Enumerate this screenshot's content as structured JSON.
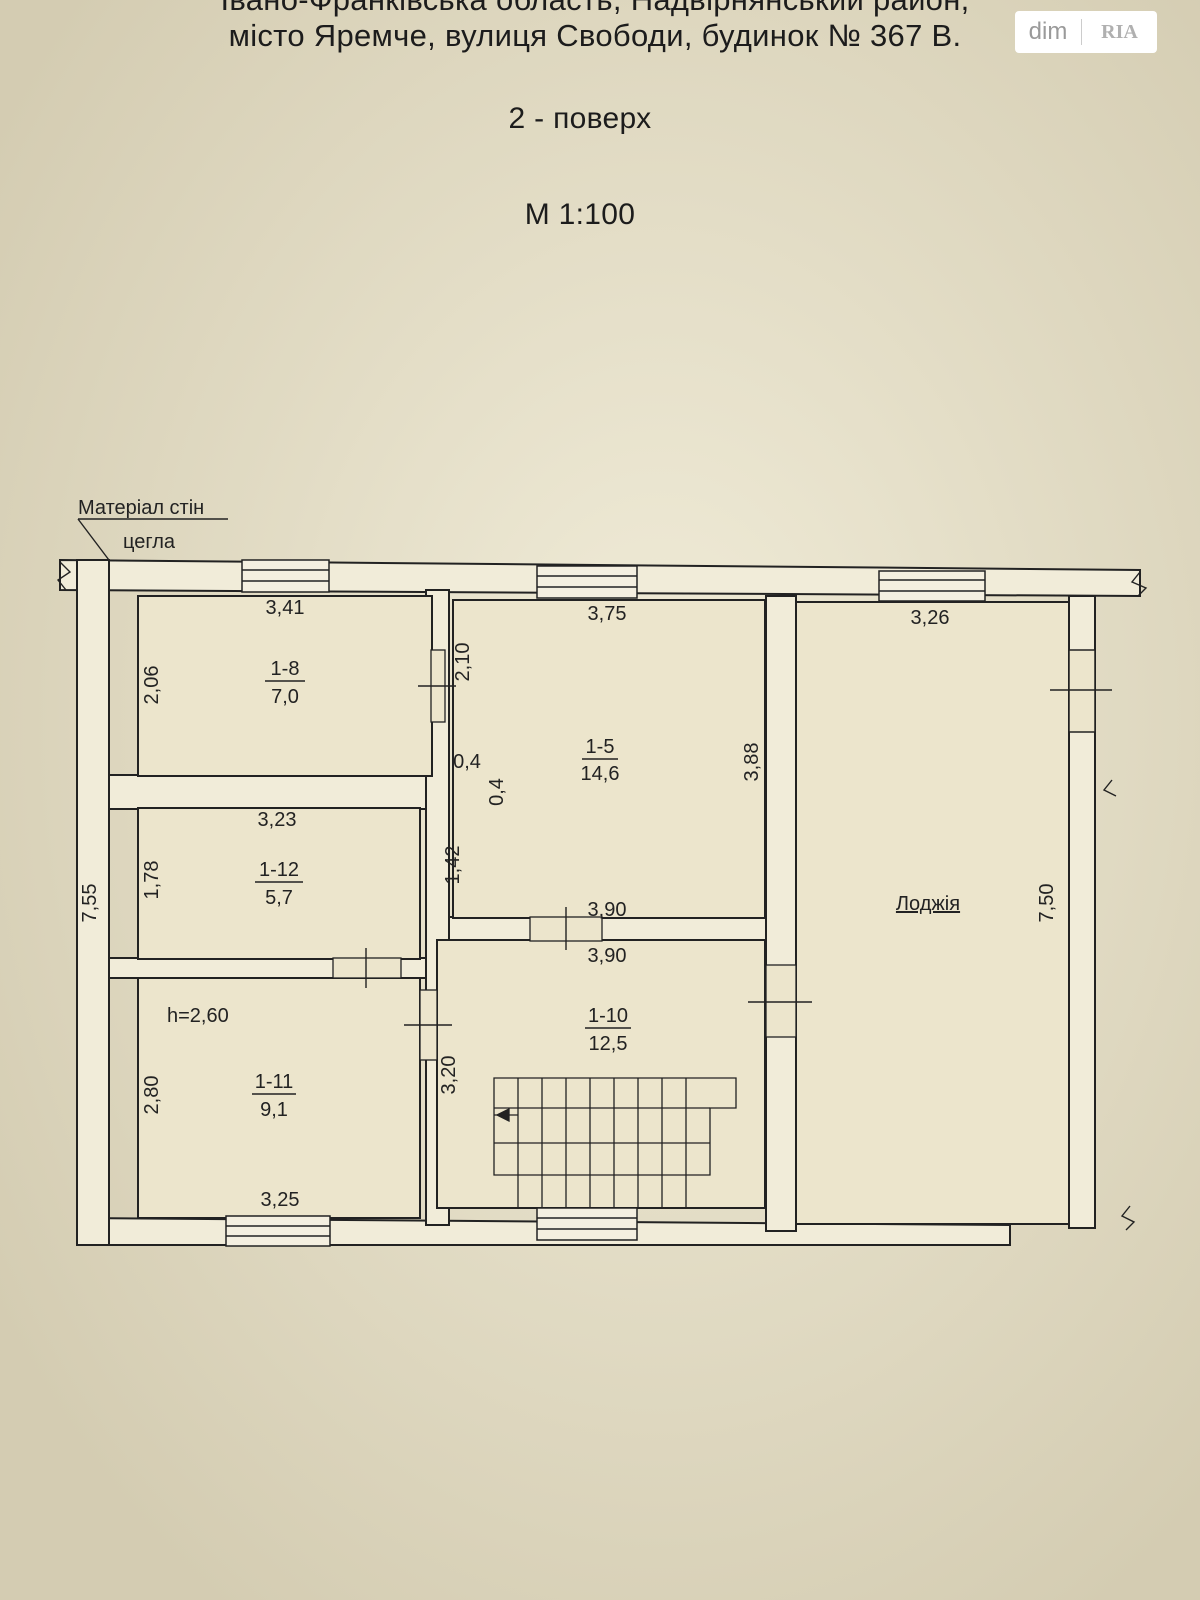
{
  "header": {
    "address_line1": "Івано-Франківська область, Надвірнянський район,",
    "address_line2": "місто Яремче, вулиця Свободи, будинок № 367 В.",
    "floor": "2 - поверх",
    "scale": "М 1:100"
  },
  "badge": {
    "left": "dim",
    "right": "RIA"
  },
  "legend": {
    "material_title": "Матеріал стін",
    "material_value": "цегла"
  },
  "rooms": [
    {
      "id": "1-8",
      "area": "7,0"
    },
    {
      "id": "1-5",
      "area": "14,6"
    },
    {
      "id": "1-12",
      "area": "5,7"
    },
    {
      "id": "1-10",
      "area": "12,5"
    },
    {
      "id": "1-11",
      "area": "9,1"
    }
  ],
  "loggia_label": "Лоджія",
  "ceiling_height": "h=2,60",
  "dimensions": {
    "d_341": "3,41",
    "d_375": "3,75",
    "d_326": "3,26",
    "d_206": "2,06",
    "d_210": "2,10",
    "d_04a": "0,4",
    "d_04b": "0,4",
    "d_388": "3,88",
    "d_323": "3,23",
    "d_178": "1,78",
    "d_142": "1,42",
    "d_390a": "3,90",
    "d_390b": "3,90",
    "d_755": "7,55",
    "d_750": "7,50",
    "d_320": "3,20",
    "d_280": "2,80",
    "d_325": "3,25"
  }
}
